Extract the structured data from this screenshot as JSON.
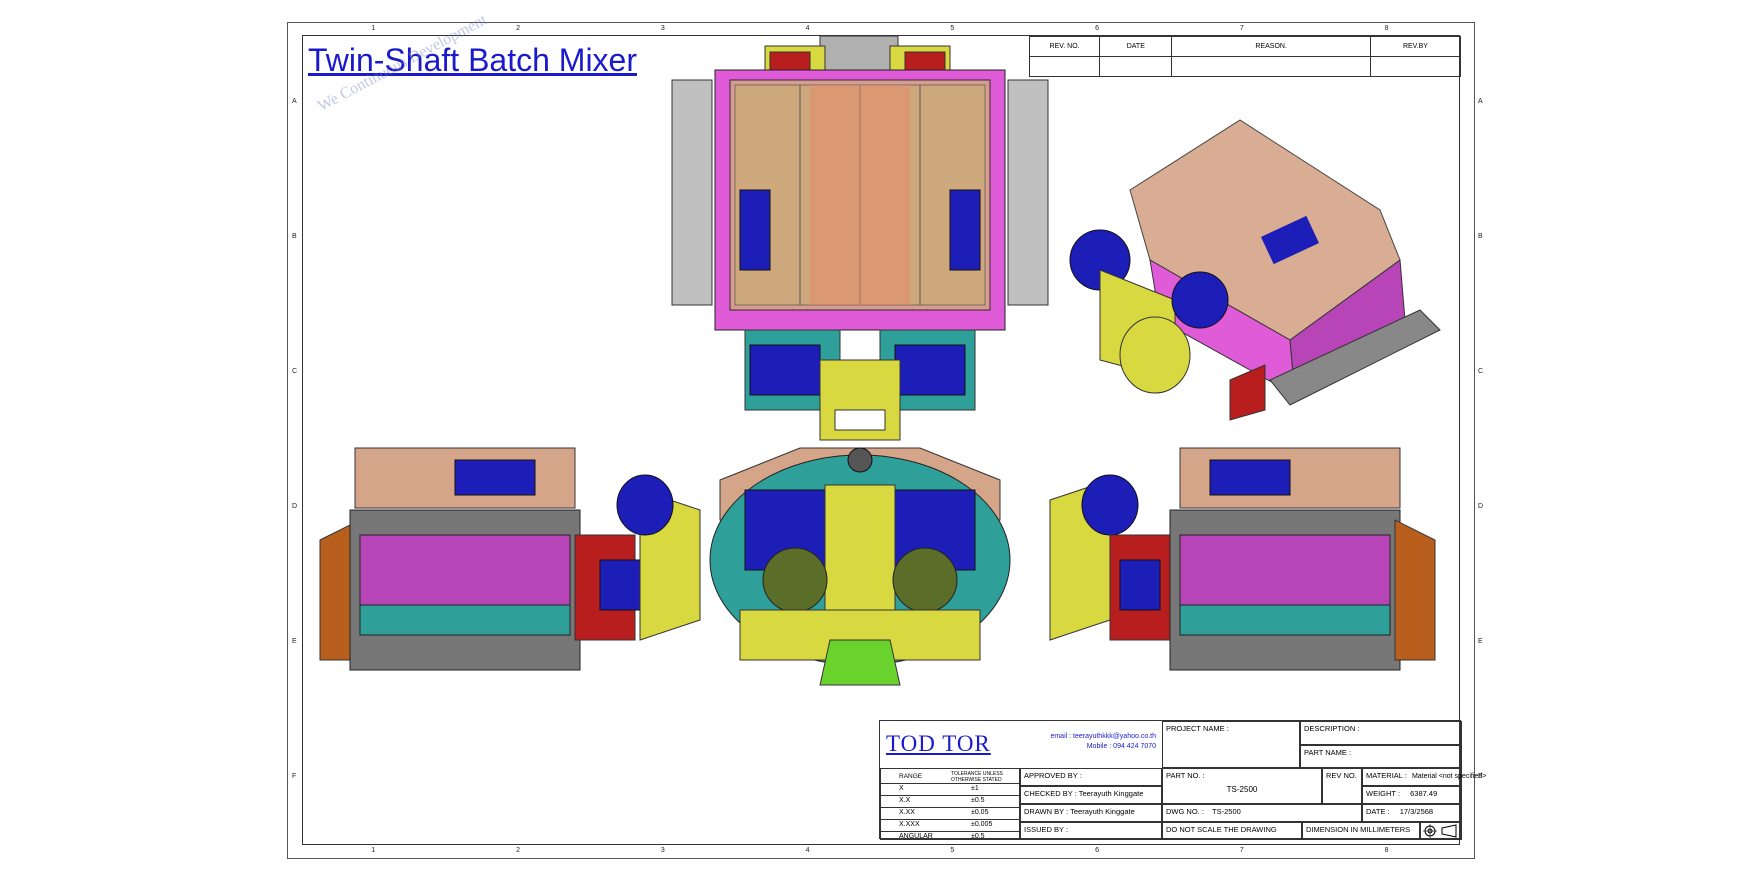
{
  "title": "Twin-Shaft Batch Mixer",
  "watermark": "We Continuous Development",
  "zones": {
    "columns": [
      "1",
      "2",
      "3",
      "4",
      "5",
      "6",
      "7",
      "8"
    ],
    "rows": [
      "A",
      "B",
      "C",
      "D",
      "E",
      "F"
    ]
  },
  "revision_table": {
    "headers": [
      "REV. NO.",
      "DATE",
      "REASON.",
      "REV.BY"
    ]
  },
  "title_block": {
    "logo": "TOD TOR",
    "email": "email : teerayuthkkk@yahoo.co.th",
    "mobile": "Mobile : 094 424 7070",
    "project_name_label": "PROJECT NAME :",
    "description_label": "DESCRIPTION :",
    "part_name_label": "PART NAME :",
    "range_label": "RANGE",
    "tolerance_label": "TOLERANCE UNLESS OTHERWISE STATED",
    "tolerances": [
      {
        "range": "X",
        "value": "±1"
      },
      {
        "range": "X.X",
        "value": "±0.5"
      },
      {
        "range": "X.XX",
        "value": "±0.05"
      },
      {
        "range": "X.XXX",
        "value": "±0.005"
      },
      {
        "range": "ANGULAR",
        "value": "±0.5"
      }
    ],
    "approved_by": "APPROVED BY :",
    "checked_by": "CHECKED BY : Teerayuth Kinggate",
    "drawn_by": "DRAWN BY : Teerayuth Kinggate",
    "issued_by": "ISSUED BY :",
    "part_no_label": "PART NO. :",
    "part_no": "TS-2500",
    "rev_no_label": "REV NO.",
    "material_label": "MATERIAL :",
    "material": "Material <not specified>",
    "weight_label": "WEIGHT :",
    "weight": "6387.49",
    "dwg_no_label": "DWG NO. :",
    "dwg_no": "TS-2500",
    "date_label": "DATE :",
    "date": "17/3/2568",
    "note_scale": "DO NOT SCALE THE DRAWING",
    "note_units": "DIMENSION IN MILLIMETERS"
  },
  "colors": {
    "ink": "#1a1acc",
    "pink": "#e05bd8",
    "magenta": "#b845b8",
    "blue": "#1d1db8",
    "tan": "#d4a588",
    "yellow": "#d8d840",
    "teal": "#2f9f9a",
    "red": "#b81e1e",
    "green": "#6ad22c",
    "orange": "#b85f1e"
  },
  "icons": {
    "projection": "first-angle-projection-icon"
  }
}
